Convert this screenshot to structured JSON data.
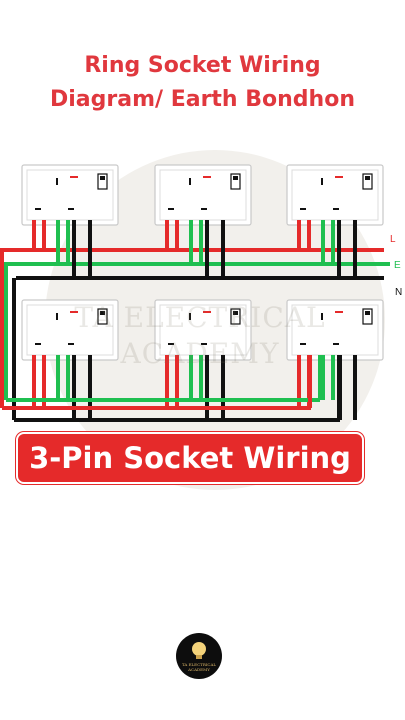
{
  "title_line1": "Ring Socket Wiring",
  "title_line2": "Diagram/ Earth Bondhon",
  "banner_text": "3-Pin Socket Wiring",
  "wire_labels": {
    "live": "L",
    "earth": "E",
    "neutral": "N"
  },
  "watermark_text": "TA ELECTRICAL ACADEMY",
  "logo_text": "TA ELECTRICAL ACADEMY",
  "colors": {
    "title": "#e0383e",
    "live": "#e52a2a",
    "earth": "#1fbf50",
    "neutral": "#111111",
    "banner": "#e52a2a"
  },
  "sockets": [
    {
      "row": 1,
      "col": 1
    },
    {
      "row": 1,
      "col": 2
    },
    {
      "row": 1,
      "col": 3
    },
    {
      "row": 2,
      "col": 1
    },
    {
      "row": 2,
      "col": 2
    },
    {
      "row": 2,
      "col": 3
    }
  ]
}
